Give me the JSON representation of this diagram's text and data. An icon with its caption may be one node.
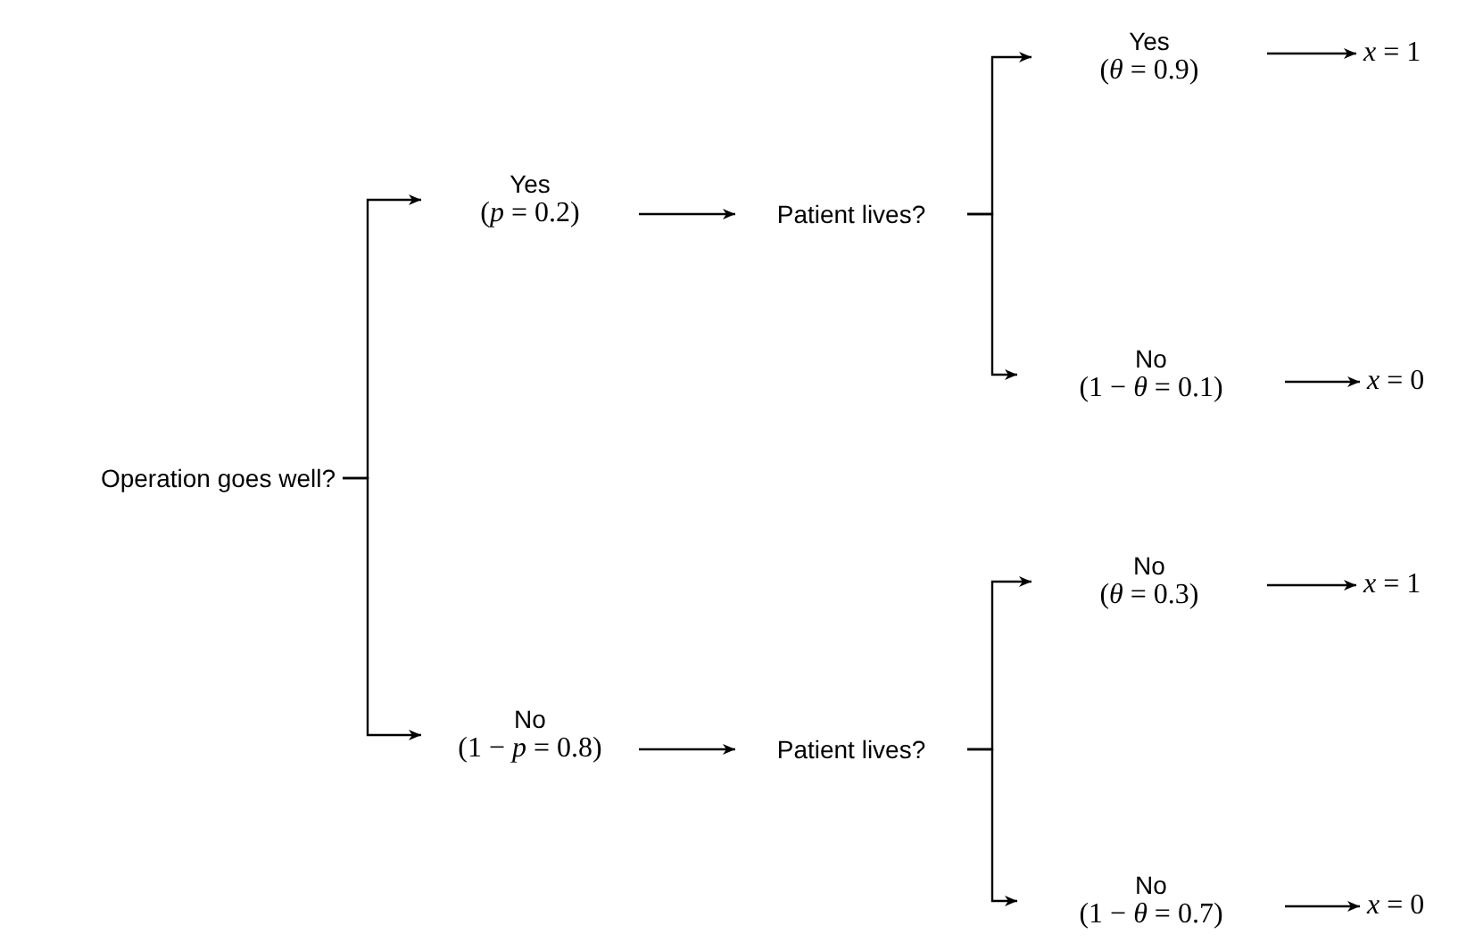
{
  "diagram": {
    "nodes": [
      {
        "text": [
          "Operation goes well?"
        ]
      },
      {
        "text": [
          "Yes",
          "(*p* = 0.2)"
        ]
      },
      {
        "text": [
          "Patient lives?"
        ]
      },
      {
        "text": [
          "Yes",
          "(*θ* = 0.9)"
        ]
      },
      {
        "text": [
          "*x* = 1"
        ]
      },
      {
        "text": [
          "No",
          "(1 − *θ* = 0.1)"
        ]
      },
      {
        "text": [
          "*x* = 0"
        ]
      },
      {
        "text": [
          "No",
          "(1 − *p* = 0.8)"
        ]
      },
      {
        "text": [
          "Patient lives?"
        ]
      },
      {
        "text": [
          "No",
          "(*θ* = 0.3)"
        ]
      },
      {
        "text": [
          "*x* = 1"
        ]
      },
      {
        "text": [
          "No",
          "(1 − *θ* = 0.7)"
        ]
      },
      {
        "text": [
          "*x* = 0"
        ]
      }
    ],
    "edges": [
      {
        "from": 0,
        "to": 1,
        "arrow": "to"
      },
      {
        "from": 0,
        "to": 7,
        "arrow": "to"
      },
      {
        "from": 1,
        "to": 2,
        "arrow": "to"
      },
      {
        "from": 2,
        "to": 3,
        "arrow": "to"
      },
      {
        "from": 2,
        "to": 5,
        "arrow": "to"
      },
      {
        "from": 3,
        "to": 4,
        "arrow": "to"
      },
      {
        "from": 5,
        "to": 6,
        "arrow": "to"
      },
      {
        "from": 7,
        "to": 8,
        "arrow": "to"
      },
      {
        "from": 8,
        "to": 9,
        "arrow": "to"
      },
      {
        "from": 8,
        "to": 11,
        "arrow": "to"
      },
      {
        "from": 9,
        "to": 10,
        "arrow": "to"
      },
      {
        "from": 11,
        "to": 12,
        "arrow": "to"
      }
    ]
  }
}
